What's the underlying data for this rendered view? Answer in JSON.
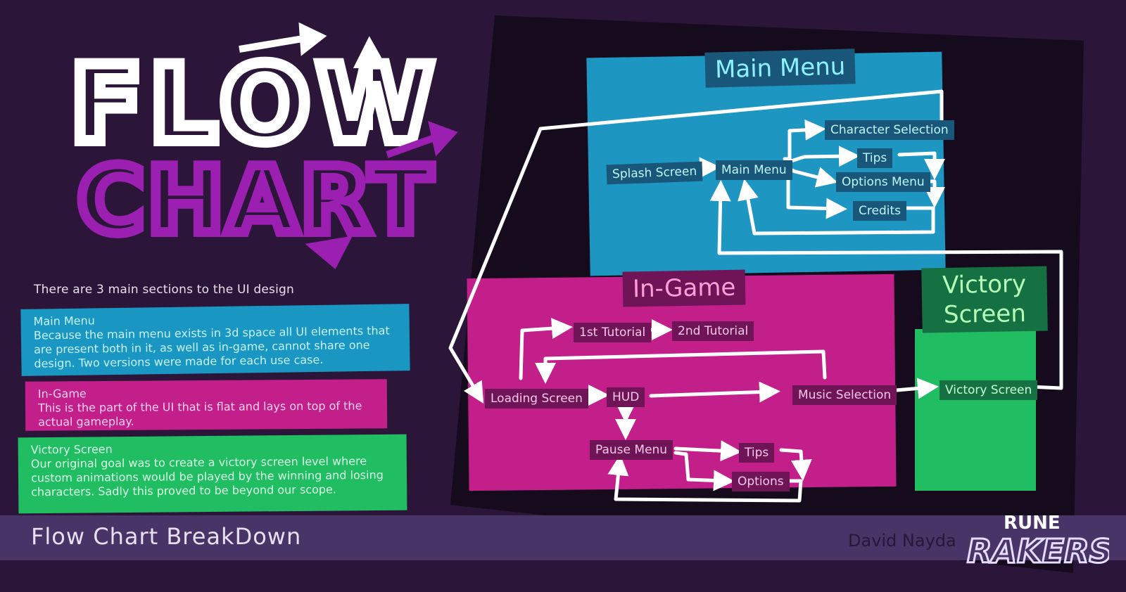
{
  "header": {
    "title_line1": "FLOW",
    "title_line2": "CHART",
    "colors": {
      "title_white": "#ffffff",
      "title_purple": "#9b1fb0"
    }
  },
  "intro": "There are 3 main sections to the UI design",
  "cards": {
    "main_menu": {
      "title": "Main Menu",
      "body": "Because the main menu exists in 3d space all UI elements that are present both in it, as well as in-game, cannot share one design. Two versions were made for each use case."
    },
    "in_game": {
      "title": "In-Game",
      "body": "This is the part of the UI that is flat and lays on top of the actual gameplay."
    },
    "victory": {
      "title": "Victory Screen",
      "body": "Our original goal was to create a victory screen level where custom animations would be played by the winning and losing characters. Sadly this proved to be beyond our scope."
    }
  },
  "diagram": {
    "sections": {
      "main_menu": {
        "title": "Main Menu",
        "color": "#1e96c2"
      },
      "in_game": {
        "title": "In-Game",
        "color": "#c21f8a"
      },
      "victory": {
        "title": "Victory Screen",
        "color": "#21bd62"
      }
    },
    "nodes": {
      "splash_screen": "Splash Screen",
      "main_menu": "Main Menu",
      "character_selection": "Character Selection",
      "tips_menu": "Tips",
      "options_menu": "Options Menu",
      "credits": "Credits",
      "first_tutorial": "1st Tutorial",
      "second_tutorial": "2nd Tutorial",
      "loading_screen": "Loading Screen",
      "hud": "HUD",
      "music_selection": "Music Selection",
      "pause_menu": "Pause Menu",
      "tips_game": "Tips",
      "options_game": "Options",
      "victory_screen": "Victory Screen"
    }
  },
  "footer": {
    "title": "Flow Chart BreakDown",
    "author": "David Nayda",
    "logo_line1": "RUNE",
    "logo_line2": "RAKERS"
  }
}
